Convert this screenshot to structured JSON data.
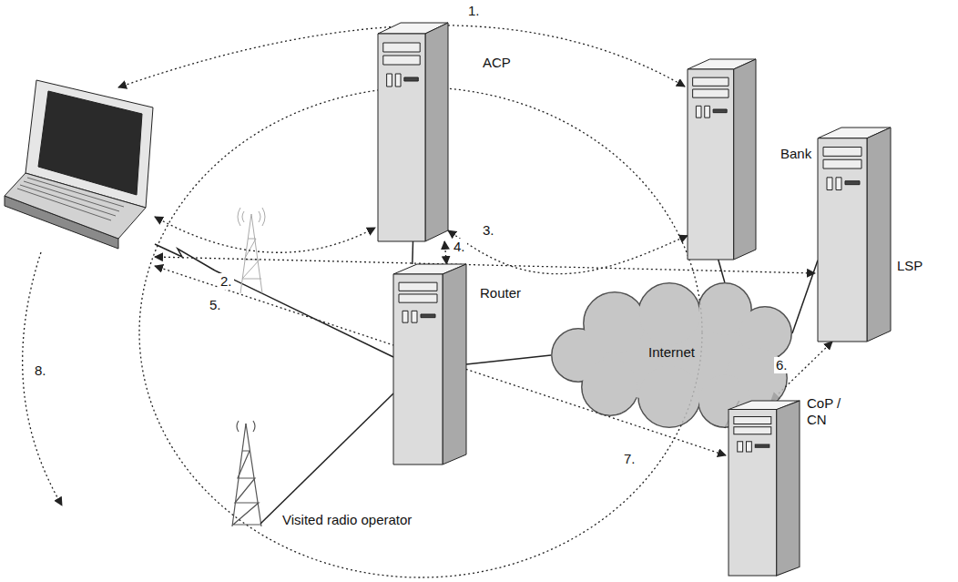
{
  "diagram": {
    "nodes": [
      {
        "text": [
          "Visited radio operator"
        ]
      },
      {
        "text": [
          "ACP"
        ],
        "in": 0
      },
      {
        "text": [
          "Router"
        ],
        "in": 0
      },
      {
        "text": [
          "Bank"
        ]
      },
      {
        "text": [
          "Internet"
        ]
      },
      {
        "text": [
          "LSP"
        ]
      },
      {
        "text": [
          "CoP / CN"
        ]
      }
    ],
    "edges": [
      {
        "from": 1,
        "to": 2,
        "arrow": "none"
      },
      {
        "from": 1,
        "to": 2,
        "arrow": "both",
        "label": "4."
      },
      {
        "from": 1,
        "to": 3,
        "arrow": "both",
        "label": "3."
      },
      {
        "from": 2,
        "to": 4,
        "arrow": "none"
      },
      {
        "from": 3,
        "to": 4,
        "arrow": "none"
      },
      {
        "from": 5,
        "to": 4,
        "arrow": "none"
      },
      {
        "from": 6,
        "to": 4,
        "arrow": "none"
      },
      {
        "from": 5,
        "to": 6,
        "arrow": "both",
        "label": "6."
      }
    ],
    "labels": [
      "1.",
      "2.",
      "5.",
      "7.",
      "8."
    ]
  }
}
